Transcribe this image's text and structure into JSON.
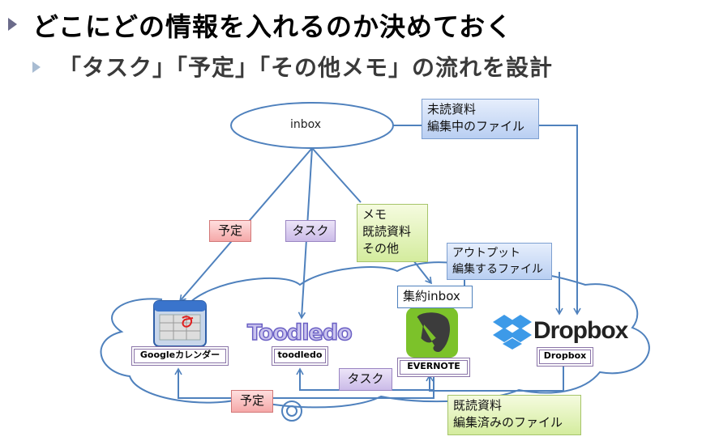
{
  "slide": {
    "title": "どこにどの情報を入れるのか決めておく",
    "subtitle": "「タスク」「予定」「その他メモ」の流れを設計"
  },
  "diagram": {
    "inbox": {
      "label": "inbox"
    },
    "labels": {
      "unread_editing": [
        "未読資料",
        "編集中のファイル"
      ],
      "schedule_top": "予定",
      "task_top": "タスク",
      "memo_other": [
        "メモ",
        "既読資料",
        "その他"
      ],
      "output_editing": [
        "アウトプット",
        "編集するファイル"
      ],
      "consolidated_inbox": "集約inbox",
      "task_bottom": "タスク",
      "schedule_bottom": "予定",
      "read_edited": [
        "既読資料",
        "編集済みのファイル"
      ]
    },
    "services": [
      {
        "id": "google-calendar",
        "icon": "calendar-icon",
        "label": "Googleカレンダー"
      },
      {
        "id": "toodledo",
        "icon": "toodledo-logo",
        "logo_text": "Toodledo",
        "label": "toodledo"
      },
      {
        "id": "evernote",
        "icon": "evernote-elephant-icon",
        "label": "EVERNOTE"
      },
      {
        "id": "dropbox",
        "icon": "dropbox-box-icon",
        "logo_text": "Dropbox",
        "label": "Dropbox"
      }
    ],
    "colors": {
      "line": "#4f81bd",
      "schedule": "#f5a8a8",
      "task": "#cbbbe8",
      "memo": "#d4ec9e",
      "file": "#b9cff2"
    }
  }
}
